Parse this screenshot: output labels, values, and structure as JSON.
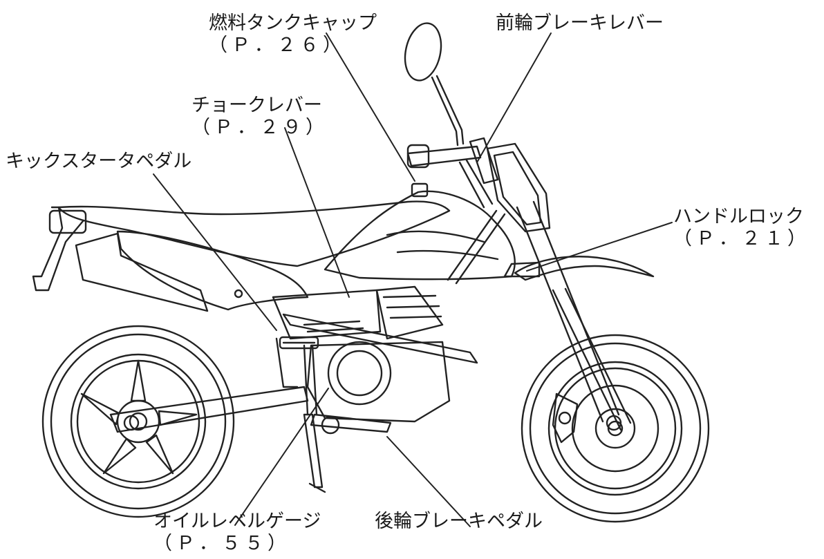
{
  "labels": {
    "fuel_tank_cap": {
      "name": "燃料タンクキャップ",
      "page": "（Ｐ．２６）"
    },
    "front_brake_lever": {
      "name": "前輪ブレーキレバー"
    },
    "choke_lever": {
      "name": "チョークレバー",
      "page": "（Ｐ．２９）"
    },
    "kick_starter_pedal": {
      "name": "キックスタータペダル"
    },
    "handle_lock": {
      "name": "ハンドルロック",
      "page": "（Ｐ．２１）"
    },
    "oil_level_gauge": {
      "name": "オイルレベルゲージ",
      "page": "（Ｐ．５５）"
    },
    "rear_brake_pedal": {
      "name": "後輪ブレーキペダル"
    }
  }
}
